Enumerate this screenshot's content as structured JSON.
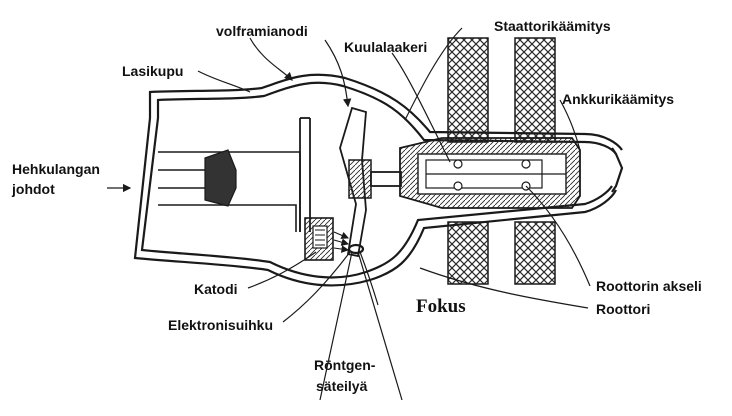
{
  "labels": {
    "volframianodi": "volframianodi",
    "kuulalaakeri": "Kuulalaakeri",
    "staattorikaamitys": "Staattorikäämitys",
    "lasikupu": "Lasikupu",
    "ankkurikaamitys": "Ankkurikäämitys",
    "hehkulangan_1": "Hehkulangan",
    "hehkulangan_2": "johdot",
    "katodi": "Katodi",
    "elektronisuihku": "Elektronisuihku",
    "fokus": "Fokus",
    "rontgen_1": "Röntgen-",
    "rontgen_2": "säteilyä",
    "roottorin_akseli": "Roottorin akseli",
    "roottori": "Roottori"
  },
  "colors": {
    "ink": "#1a1a1a",
    "filament_fill": "#333333",
    "crosshatch": "#2a2a2a"
  }
}
